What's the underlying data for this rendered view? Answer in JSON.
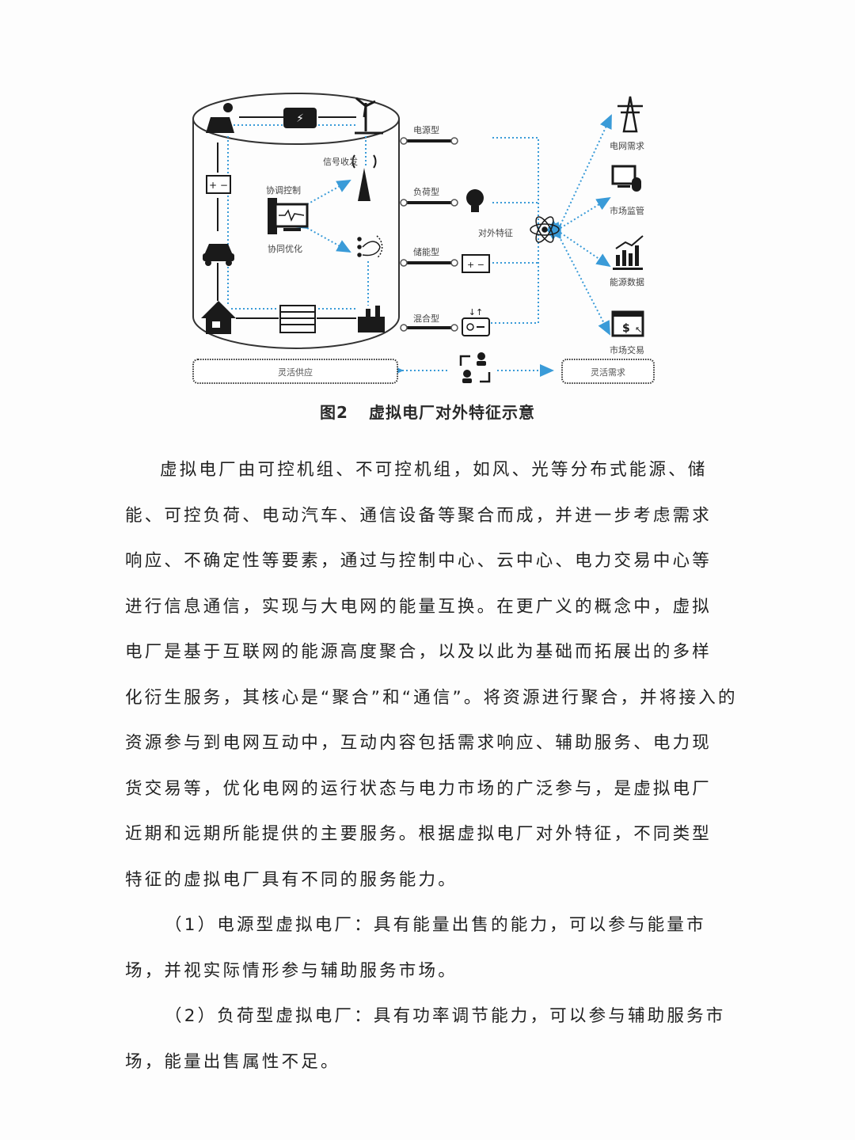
{
  "figure": {
    "caption_number": "图2",
    "caption_title": "虚拟电厂对外特征示意",
    "internal_labels": {
      "signal": "信号收发",
      "coordination_control": "协调控制",
      "coordination_optimization": "协同优化"
    },
    "vpp_types": [
      {
        "label": "电源型",
        "icon": "none"
      },
      {
        "label": "负荷型",
        "icon": "lightbulb-icon"
      },
      {
        "label": "储能型",
        "icon": "battery-icon"
      },
      {
        "label": "混合型",
        "icon": "mixed-device-icon"
      }
    ],
    "center_label": "对外特征",
    "external_features": [
      {
        "label": "电网需求",
        "icon": "power-tower-icon"
      },
      {
        "label": "市场监管",
        "icon": "monitor-mouse-icon"
      },
      {
        "label": "能源数据",
        "icon": "bar-chart-icon"
      },
      {
        "label": "市场交易",
        "icon": "dollar-browser-icon"
      }
    ],
    "bottom": {
      "left_box": "灵活供应",
      "right_box": "灵活需求",
      "middle_icon": "user-exchange-icon"
    },
    "cylinder_icons": [
      "solar-panel-icon",
      "controller-chip-icon",
      "wind-turbine-icon",
      "battery-icon",
      "electric-car-icon",
      "house-icon",
      "office-building-icon",
      "factory-icon",
      "antenna-tower-icon",
      "computer-monitor-icon",
      "data-hub-icon"
    ],
    "colors": {
      "arrow_blue": "#3a9bd8",
      "line_black": "#1a1a1a"
    }
  },
  "body": {
    "paragraph1_lines": [
      "虚拟电厂由可控机组、不可控机组，如风、光等分布式能源、储",
      "能、可控负荷、电动汽车、通信设备等聚合而成，并进一步考虑需求",
      "响应、不确定性等要素，通过与控制中心、云中心、电力交易中心等",
      "进行信息通信，实现与大电网的能量互换。在更广义的概念中，虚拟",
      "电厂是基于互联网的能源高度聚合，以及以此为基础而拓展出的多样",
      "化衍生服务，其核心是“聚合”和“通信”。将资源进行聚合，并将接入的",
      "资源参与到电网互动中，互动内容包括需求响应、辅助服务、电力现",
      "货交易等，优化电网的运行状态与电力市场的广泛参与，是虚拟电厂",
      "近期和远期所能提供的主要服务。根据虚拟电厂对外特征，不同类型",
      "特征的虚拟电厂具有不同的服务能力。"
    ],
    "item1_lines": [
      "（1）电源型虚拟电厂：具有能量出售的能力，可以参与能量市",
      "场，并视实际情形参与辅助服务市场。"
    ],
    "item2_lines": [
      "（2）负荷型虚拟电厂：具有功率调节能力，可以参与辅助服务市",
      "场，能量出售属性不足。"
    ]
  }
}
